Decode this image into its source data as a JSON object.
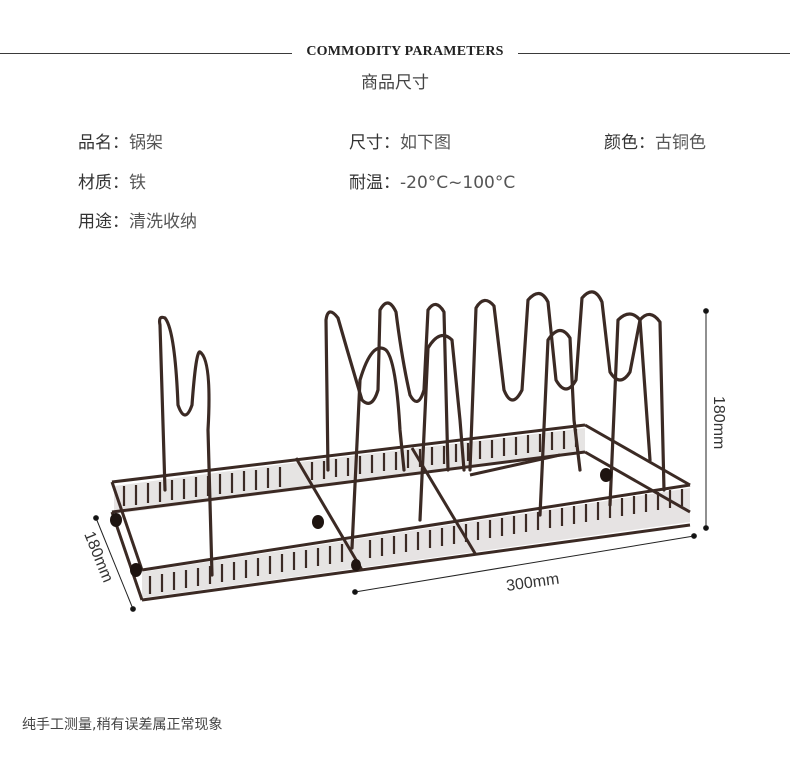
{
  "header": {
    "title": "COMMODITY PARAMETERS",
    "subtitle": "商品尺寸"
  },
  "params": [
    {
      "label": "品名：",
      "value": "锅架"
    },
    {
      "label": "尺寸：",
      "value": "如下图"
    },
    {
      "label": "颜色：",
      "value": "古铜色"
    },
    {
      "label": "材质：",
      "value": "铁"
    },
    {
      "label": "耐温：",
      "value": "-20°C~100°C"
    },
    {
      "label": "用途：",
      "value": "清洗收纳"
    }
  ],
  "dimensions": {
    "height": "180mm",
    "width": "300mm",
    "depth": "180mm"
  },
  "disclaimer": "纯手工测量,稍有误差属正常现象",
  "colors": {
    "rack": "#3b2a24",
    "rack_shadow": "#1e1410",
    "dimension_line": "#222222"
  }
}
